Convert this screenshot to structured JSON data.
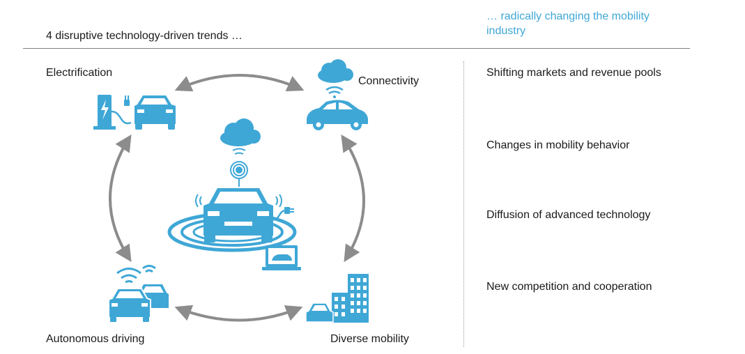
{
  "header": {
    "left_title": "4 disruptive technology-driven trends …",
    "right_title": "… radically changing the mobility industry"
  },
  "trends": {
    "electrification": "Electrification",
    "connectivity": "Connectivity",
    "autonomous": "Autonomous driving",
    "diverse": "Diverse mobility"
  },
  "impacts": [
    "Shifting markets and revenue pools",
    "Changes in mobility behavior",
    "Diffusion of advanced technology",
    "New competition and cooperation"
  ],
  "colors": {
    "accent": "#3fa7d6",
    "arrow": "#8c8c8c",
    "text": "#1a1a1a"
  }
}
